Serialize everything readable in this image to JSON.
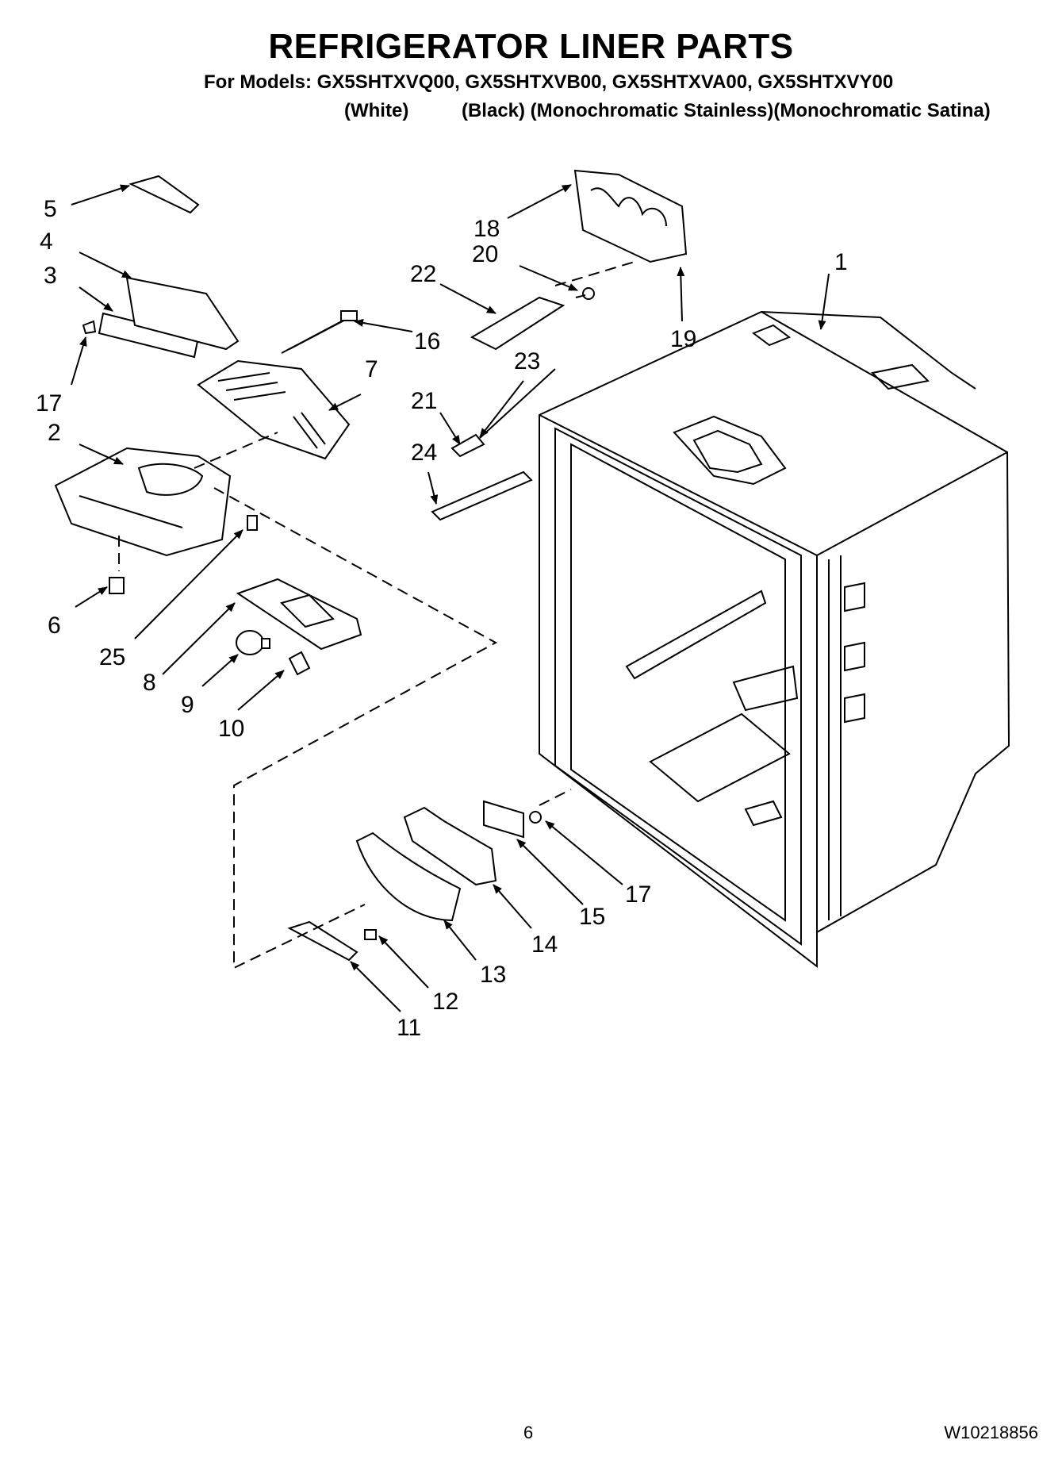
{
  "header": {
    "title": "REFRIGERATOR LINER PARTS",
    "models": "For Models: GX5SHTXVQ00, GX5SHTXVB00, GX5SHTXVA00, GX5SHTXVY00",
    "variants": "(White)          (Black) (Monochromatic Stainless)(Monochromatic Satina)"
  },
  "callouts": {
    "c1": "1",
    "c2": "2",
    "c3": "3",
    "c4": "4",
    "c5": "5",
    "c6": "6",
    "c7": "7",
    "c8": "8",
    "c9": "9",
    "c10": "10",
    "c11": "11",
    "c12": "12",
    "c13": "13",
    "c14": "14",
    "c15": "15",
    "c16": "16",
    "c17a": "17",
    "c17b": "17",
    "c18": "18",
    "c19": "19",
    "c20": "20",
    "c21": "21",
    "c22": "22",
    "c23": "23",
    "c24": "24",
    "c25": "25"
  },
  "footer": {
    "page": "6",
    "doc_number": "W10218856"
  }
}
